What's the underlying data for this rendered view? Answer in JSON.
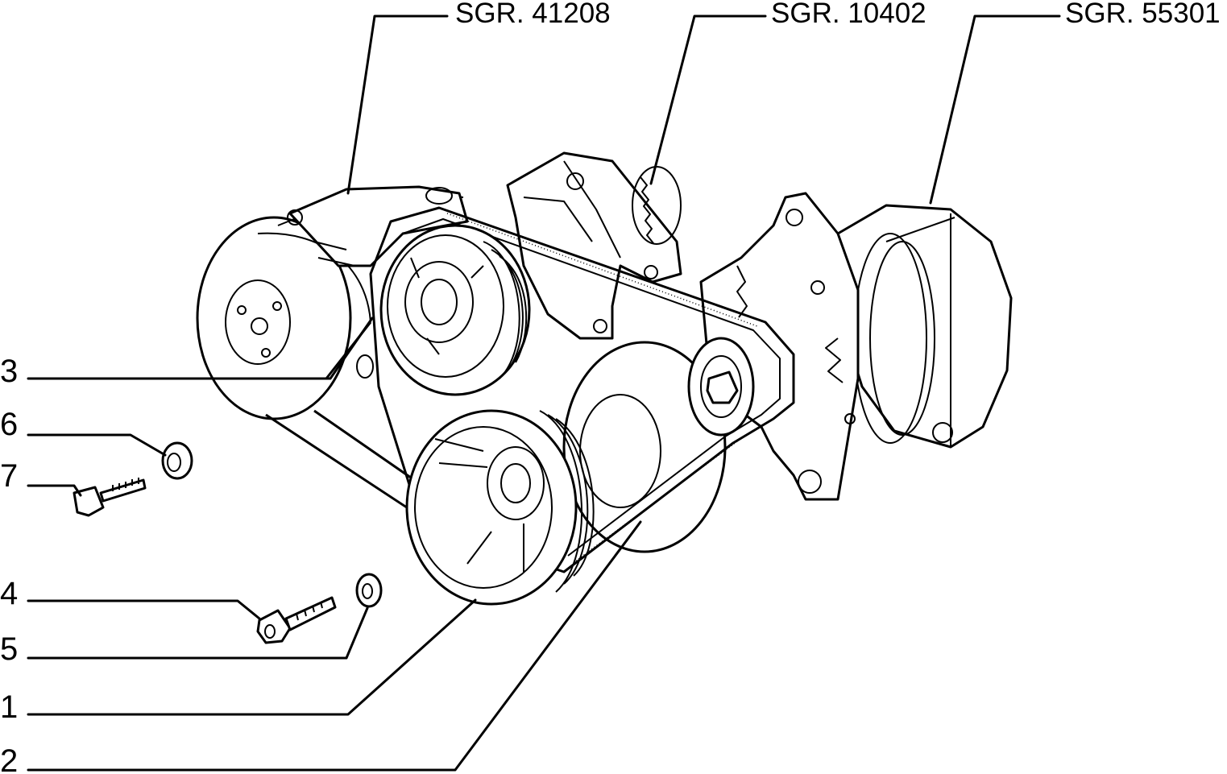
{
  "references": {
    "water_pump": "SGR. 41208",
    "power_steering_pump": "SGR. 10402",
    "alternator": "SGR. 55301"
  },
  "callouts": {
    "belt_outer": "1",
    "belt_alternator": "2",
    "pulley_upper": "3",
    "screw": "4",
    "washer_lower": "5",
    "washer_upper": "6",
    "bolt": "7"
  }
}
